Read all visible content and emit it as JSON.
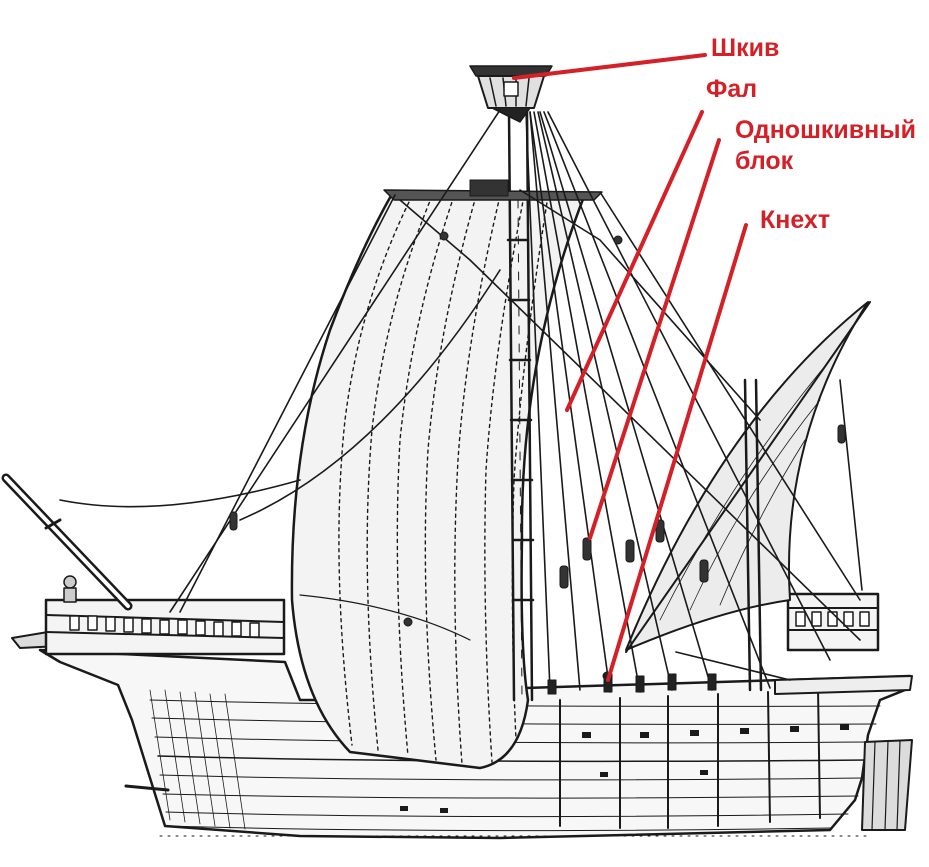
{
  "colors": {
    "label": "#d42027",
    "ink": "#1a1a1a",
    "sail_fill": "#f3f3f3",
    "hull_fill": "#f7f7f7"
  },
  "labels": {
    "sheave": "Шкив",
    "halyard": "Фал",
    "single_block_line1": "Одношкивный",
    "single_block_line2": "блок",
    "knecht": "Кнехт"
  }
}
